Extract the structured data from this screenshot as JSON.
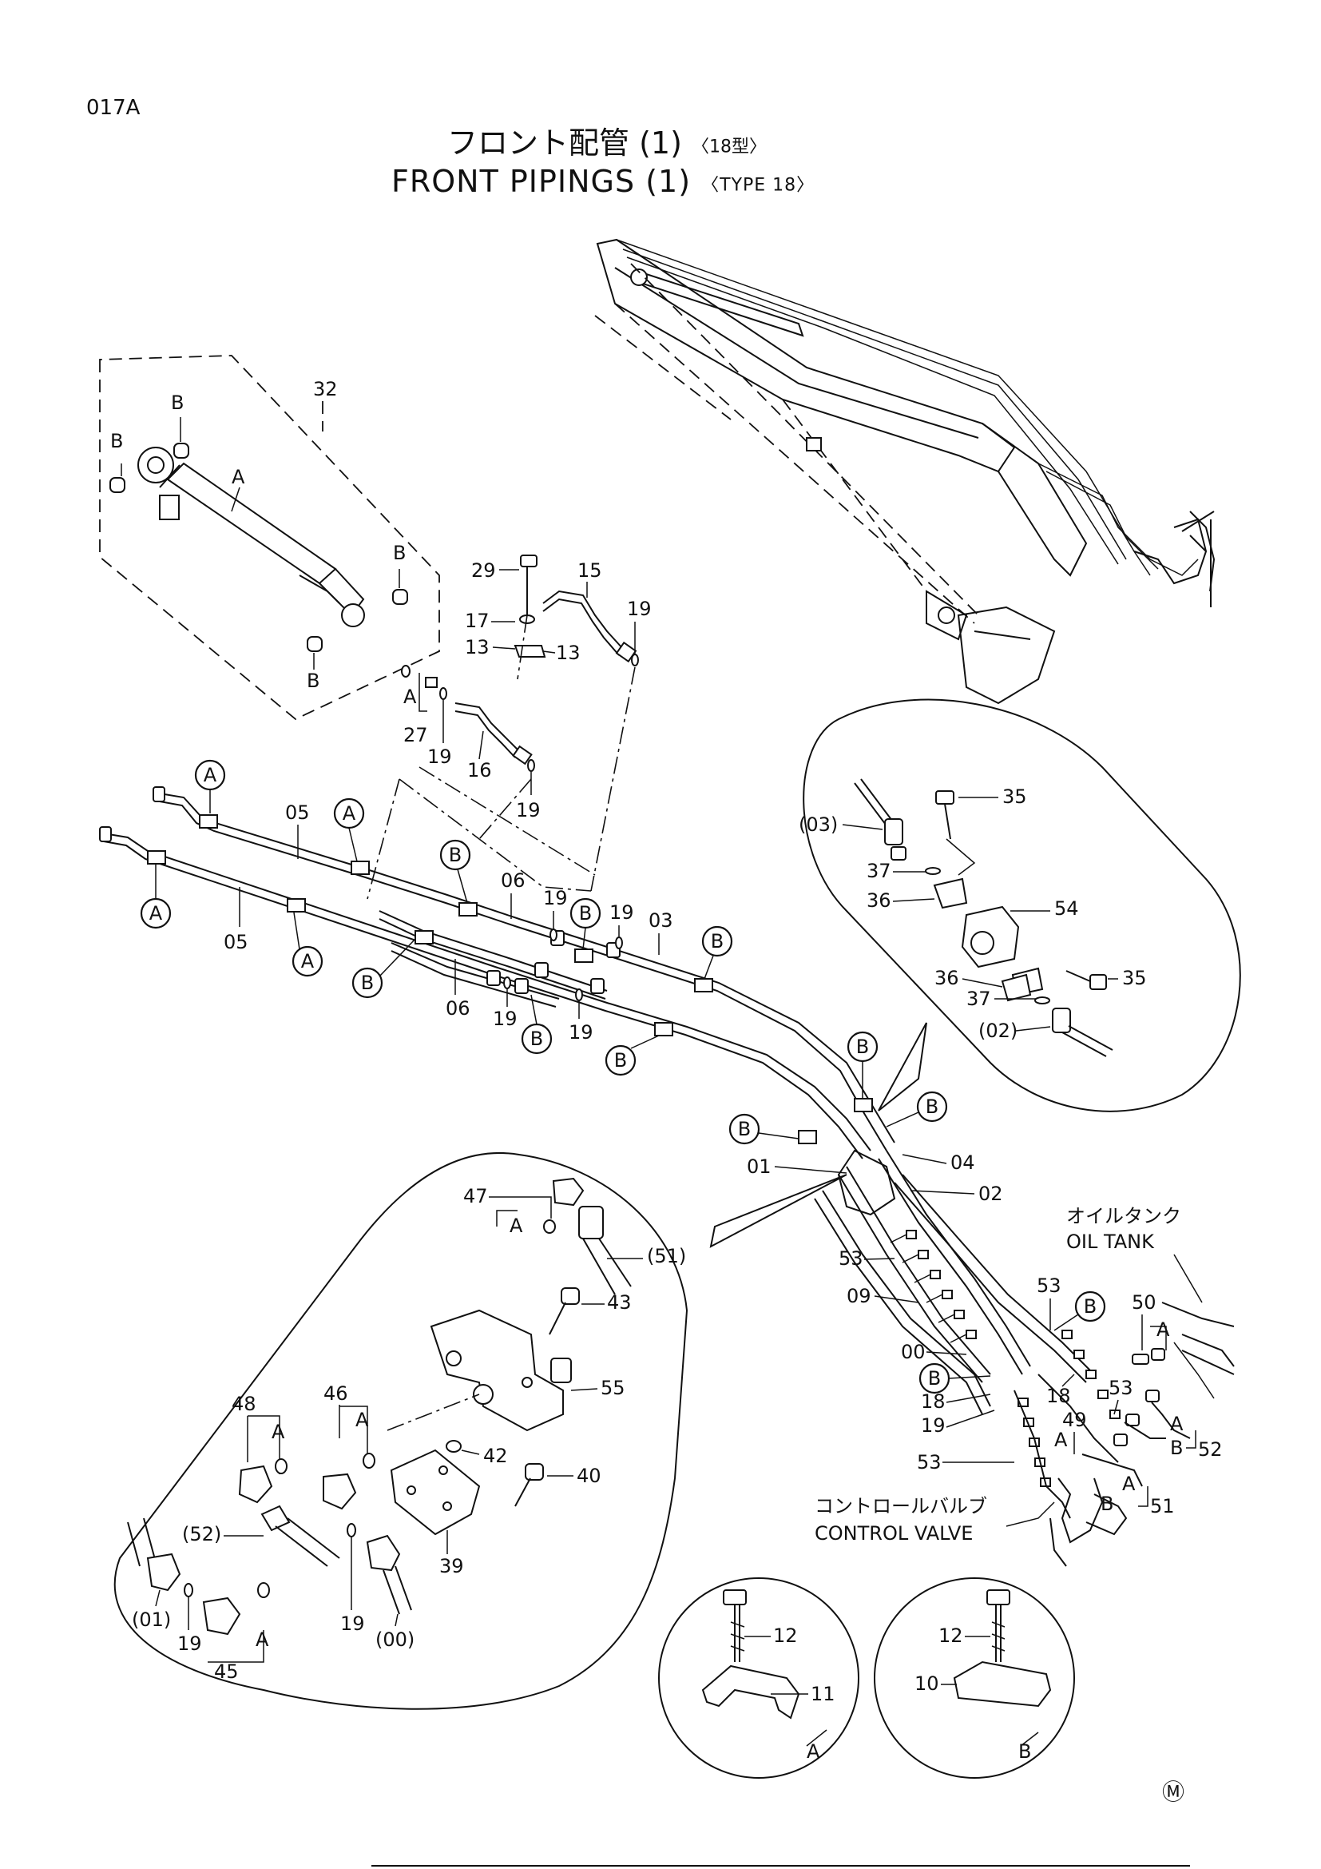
{
  "header": {
    "page_code": "017A",
    "title_jp": "フロント配管 (1)",
    "title_jp_type": "〈18型〉",
    "title_en": "FRONT PIPINGS (1)",
    "title_en_type": "〈TYPE 18〉"
  },
  "callouts": {
    "c05a": "05",
    "c05b": "05",
    "c06a": "06",
    "c06b": "06",
    "c03": "03",
    "c32": "32",
    "c29": "29",
    "c15": "15",
    "c17": "17",
    "c13a": "13",
    "c13b": "13",
    "c19a": "19",
    "c19b": "19",
    "c19c": "19",
    "c19d": "19",
    "c19e": "19",
    "c19f": "19",
    "c19g": "19",
    "c19h": "19",
    "c19i": "19",
    "c19j": "19",
    "c27": "27",
    "c16": "16",
    "c01": "01",
    "c02": "02",
    "c04": "04",
    "c53a": "53",
    "c53b": "53",
    "c53c": "53",
    "c53d": "53",
    "c09": "09",
    "c00": "00",
    "c18a": "18",
    "c18b": "18",
    "c49": "49",
    "c50": "50",
    "c52": "52",
    "c51": "51",
    "c35a": "35",
    "c35b": "35",
    "c03p": "(03)",
    "c37a": "37",
    "c37b": "37",
    "c36a": "36",
    "c36b": "36",
    "c54": "54",
    "c02p": "(02)",
    "c47": "47",
    "c51p": "(51)",
    "c43": "43",
    "c55": "55",
    "c48": "48",
    "c46": "46",
    "c42": "42",
    "c40": "40",
    "c52p": "(52)",
    "c39": "39",
    "c01p": "(01)",
    "c45": "45",
    "c00p": "(00)",
    "c12a": "12",
    "c12b": "12",
    "c11": "11",
    "c10": "10"
  },
  "letters": {
    "A": "A",
    "B": "B"
  },
  "notes": {
    "oil_tank_jp": "オイルタンク",
    "oil_tank_en": "OIL TANK",
    "control_valve_jp": "コントロールバルブ",
    "control_valve_en": "CONTROL VALVE"
  },
  "footer": {
    "mark": "Ⓜ"
  }
}
